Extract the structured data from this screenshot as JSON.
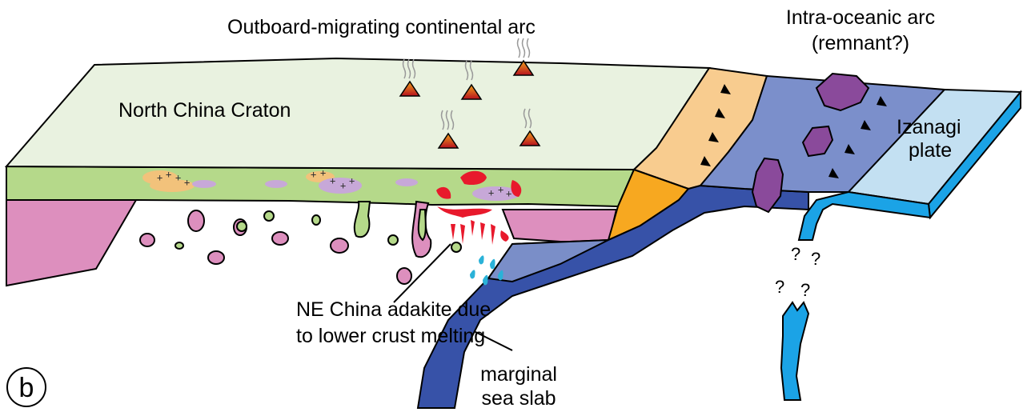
{
  "panel_label": "b",
  "labels": {
    "continental_arc": "Outboard-migrating continental arc",
    "intra_oceanic_arc_line1": "Intra-oceanic arc",
    "intra_oceanic_arc_line2": "(remnant?)",
    "craton": "North China Craton",
    "izanagi_line1": "Izanagi",
    "izanagi_line2": "plate",
    "adakite_line1": "NE China adakite due",
    "adakite_line2": "to lower crust melting",
    "marginal_line1": "marginal",
    "marginal_line2": "sea slab",
    "question_mark": "?"
  },
  "colors": {
    "craton_top": "#e9f2e0",
    "lower_crust": "#b5d98a",
    "mantle_lithosphere": "#dd8fbe",
    "accretionary": "#f8cc8f",
    "accretionary_front": "#f7a820",
    "marginal_slab": "#3752a8",
    "marginal_slab_top": "#7a8ec8",
    "izanagi_top": "#c3e0f2",
    "izanagi_edge": "#1ba3e6",
    "arc_remnant": "#8a4a9b",
    "melt_red": "#e8192c",
    "fluid_blue": "#2ab2d8"
  }
}
